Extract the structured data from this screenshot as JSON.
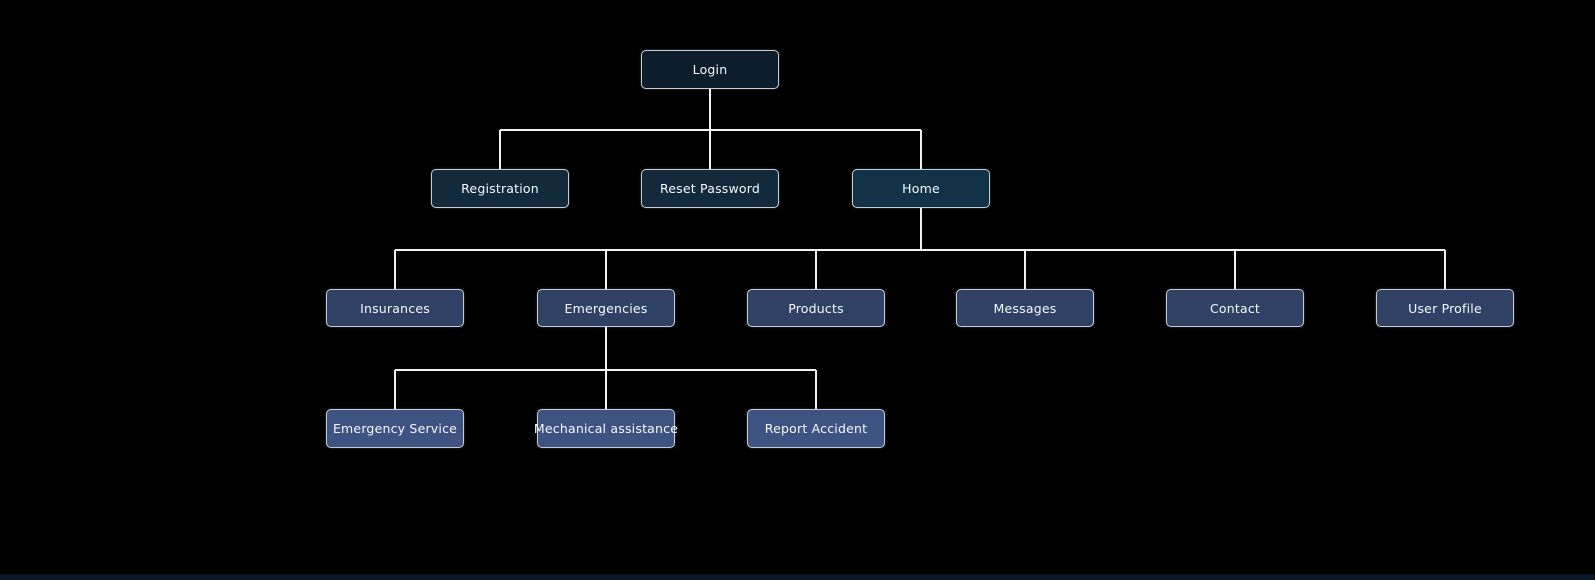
{
  "diagram": {
    "background": "#000000",
    "connector_color": "#f0f1f3",
    "node_border_color": "#c6ccd6",
    "text_color": "#f7f9fc",
    "bottom_strip_color": "#0a1624",
    "nodes": [
      {
        "id": "login",
        "label": "Login",
        "fill": "#0c1d2b"
      },
      {
        "id": "registration",
        "label": "Registration",
        "fill": "#13293c"
      },
      {
        "id": "reset-password",
        "label": "Reset Password",
        "fill": "#13293c"
      },
      {
        "id": "home",
        "label": "Home",
        "fill": "#123247"
      },
      {
        "id": "insurances",
        "label": "Insurances",
        "fill": "#2f4266"
      },
      {
        "id": "emergencies",
        "label": "Emergencies",
        "fill": "#2f4266"
      },
      {
        "id": "products",
        "label": "Products",
        "fill": "#2f4266"
      },
      {
        "id": "messages",
        "label": "Messages",
        "fill": "#2f4266"
      },
      {
        "id": "contact",
        "label": "Contact",
        "fill": "#2f4266"
      },
      {
        "id": "user-profile",
        "label": "User Profile",
        "fill": "#2f4266"
      },
      {
        "id": "emergency-service",
        "label": "Emergency Service",
        "fill": "#3e5381"
      },
      {
        "id": "mechanical-assistance",
        "label": "Mechanical assistance",
        "fill": "#3e5381"
      },
      {
        "id": "report-accident",
        "label": "Report Accident",
        "fill": "#3e5381"
      }
    ],
    "edges": [
      {
        "from": "login",
        "to": [
          "registration",
          "reset-password",
          "home"
        ]
      },
      {
        "from": "home",
        "to": [
          "insurances",
          "emergencies",
          "products",
          "messages",
          "contact",
          "user-profile"
        ]
      },
      {
        "from": "emergencies",
        "to": [
          "emergency-service",
          "mechanical-assistance",
          "report-accident"
        ]
      }
    ]
  }
}
